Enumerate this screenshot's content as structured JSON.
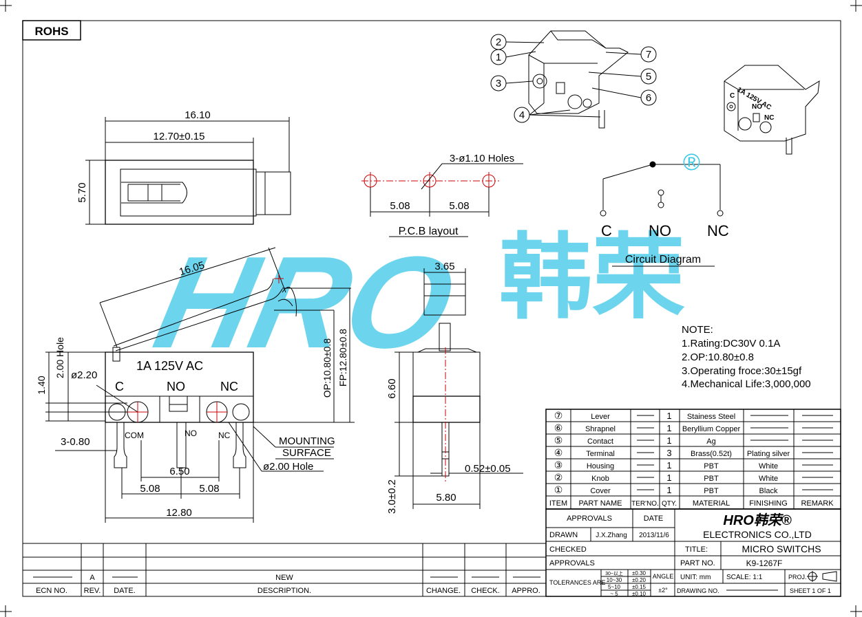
{
  "rohs": "ROHS",
  "top_view": {
    "dim_overall": "16.10",
    "dim_inner": "12.70±0.15",
    "dim_height": "5.70"
  },
  "pcb": {
    "holes": "3-ø1.10 Holes",
    "pitch_left": "5.08",
    "pitch_right": "5.08",
    "caption": "P.C.B layout"
  },
  "circuit": {
    "labels": [
      "C",
      "NO",
      "NC"
    ],
    "caption": "Circuit Diagram",
    "registered": "®"
  },
  "watermark": {
    "latin": "HRO",
    "cjk": "韩荣"
  },
  "side_view": {
    "lever_len": "16.05",
    "hole_label": "2.00 Hole",
    "dim_140": "1.40",
    "dia_220": "ø2.20",
    "rating": "1A 125V AC",
    "c": "C",
    "no": "NO",
    "nc": "NC",
    "com": "COM",
    "no_small": "NO",
    "nc_small": "NC",
    "op": "OP:10.80±0.8",
    "fp": "FP:12.80±0.8",
    "offset": "3-0.80",
    "mounting1": "MOUNTING",
    "mounting2": "SURFACE",
    "hole2": "ø2.00 Hole",
    "dim_650": "6.50",
    "dim_508a": "5.08",
    "dim_508b": "5.08",
    "dim_1280": "12.80"
  },
  "end_view": {
    "dim_365": "3.65",
    "dim_660": "6.60",
    "dim_052": "0.52±0.05",
    "dim_580": "5.80",
    "dim_30": "3.0±0.2"
  },
  "notes": {
    "title": "NOTE:",
    "lines": [
      "1.Rating:DC30V 0.1A",
      "2.OP:10.80±0.8",
      "3.Operating froce:30±15gf",
      "4.Mechanical Life:3,000,000"
    ]
  },
  "callouts": [
    "2",
    "1",
    "3",
    "4",
    "7",
    "5",
    "6"
  ],
  "iso_marks": {
    "m1": "1A 125V AC",
    "c": "C",
    "no": "NO",
    "nc": "NC"
  },
  "bom": {
    "rows": [
      {
        "item": "⑦",
        "part": "Lever",
        "qty": "1",
        "material": "Stainess Steel",
        "finishing": "",
        "remark": ""
      },
      {
        "item": "⑥",
        "part": "Shrapnel",
        "qty": "1",
        "material": "Beryllium Copper",
        "finishing": "",
        "remark": ""
      },
      {
        "item": "⑤",
        "part": "Contact",
        "qty": "1",
        "material": "Ag",
        "finishing": "",
        "remark": ""
      },
      {
        "item": "④",
        "part": "Terminal",
        "qty": "3",
        "material": "Brass(0.52t)",
        "finishing": "Plating silver",
        "remark": ""
      },
      {
        "item": "③",
        "part": "Housing",
        "qty": "1",
        "material": "PBT",
        "finishing": "White",
        "remark": ""
      },
      {
        "item": "②",
        "part": "Knob",
        "qty": "1",
        "material": "PBT",
        "finishing": "White",
        "remark": ""
      },
      {
        "item": "①",
        "part": "Cover",
        "qty": "1",
        "material": "PBT",
        "finishing": "Black",
        "remark": ""
      }
    ],
    "headers": {
      "item": "ITEM",
      "part": "PART NAME",
      "ter": "TER'NO.",
      "qty": "QTY.",
      "material": "MATERIAL",
      "finishing": "FINISHING",
      "remark": "REMARK"
    }
  },
  "title_block": {
    "approvals": "APPROVALS",
    "date": "DATE",
    "drawn": "DRAWN",
    "drawn_by": "J.X.Zhang",
    "drawn_date": "2013/11/6",
    "checked": "CHECKED",
    "approvals2": "APPROVALS",
    "company_logo": "HRO韩荣®",
    "company": "ELECTRONICS  CO.,LTD",
    "title_label": "TITLE:",
    "title": "MICRO  SWITCHS",
    "part_no_label": "PART  NO.",
    "part_no": "K9-1267F",
    "tolerances": "TOLERANCES  ARE",
    "tol_ranges": [
      "30~以上",
      "10~30",
      "5~10",
      "~ 5"
    ],
    "tol_vals": [
      "±0.30",
      "±0.20",
      "±0.15",
      "±0.10"
    ],
    "angle": "ANGLE",
    "angle_val": "±2°",
    "unit": "UNIT:  mm",
    "scale": "SCALE:   1:1",
    "proj": "PROJ.",
    "drawing_no": "DRAWING NO.",
    "sheet": "SHEET   1  OF  1"
  },
  "revision": {
    "rev": "A",
    "desc": "NEW",
    "headers": [
      "ECN NO.",
      "REV.",
      "DATE.",
      "DESCRIPTION.",
      "CHANGE.",
      "CHECK.",
      "APPRO."
    ]
  }
}
